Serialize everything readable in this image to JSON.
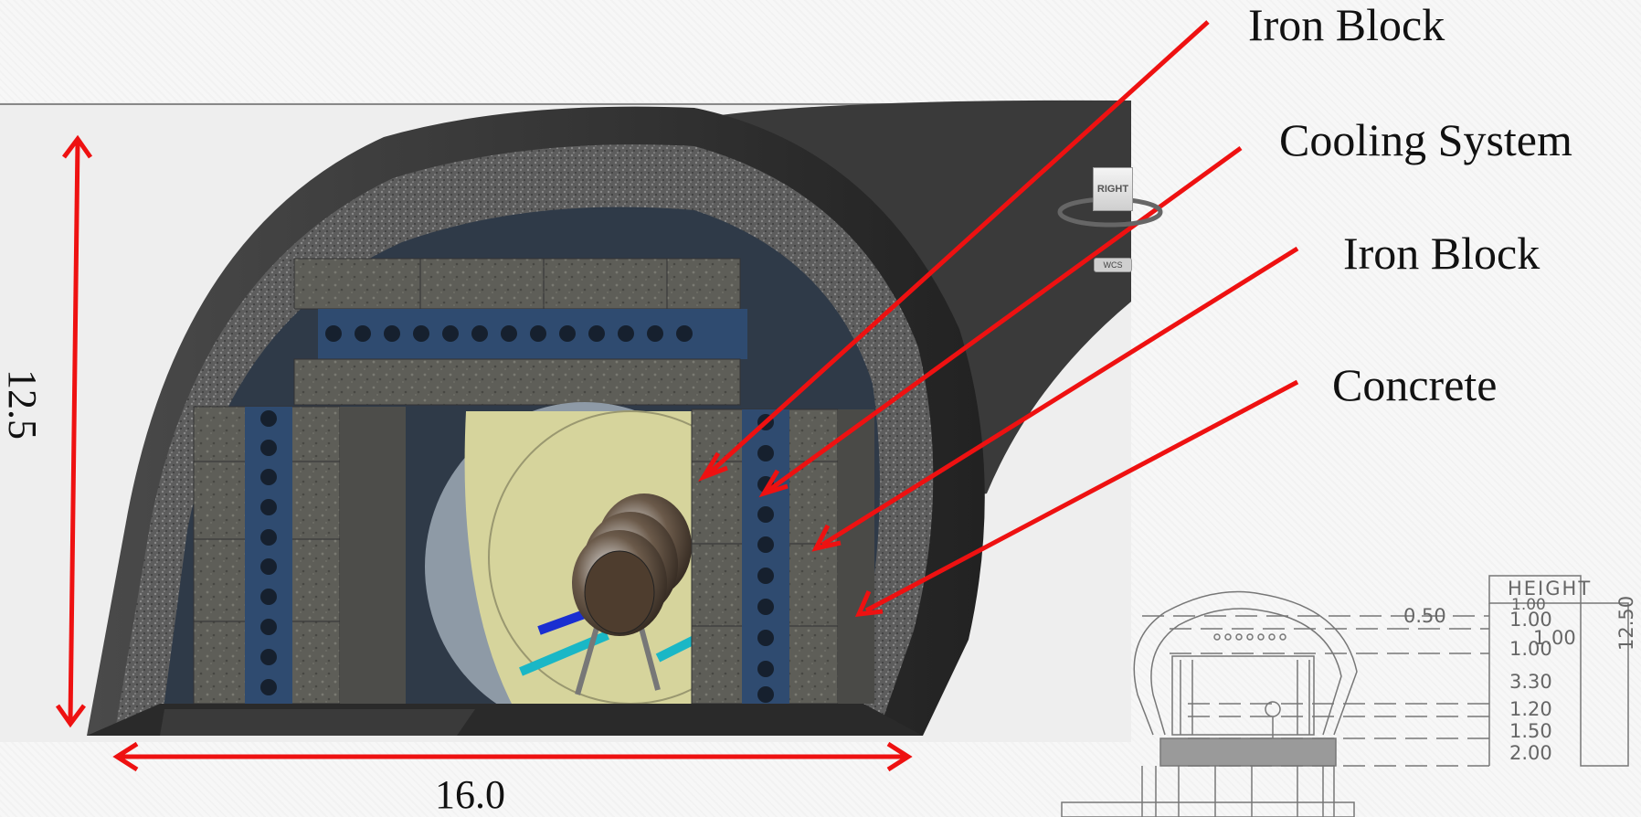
{
  "labels": {
    "iron_block_1": "Iron Block",
    "cooling_system": "Cooling System",
    "iron_block_2": "Iron Block",
    "concrete": "Concrete"
  },
  "dimensions": {
    "height": "12.5",
    "width": "16.0"
  },
  "viewcube": {
    "face": "RIGHT",
    "wcs": "WCS"
  },
  "drawing": {
    "header": "HEIGHT",
    "gap": "0.50",
    "side": "1.00",
    "total": "12.50",
    "rows": [
      "1.00",
      "1.00",
      "1.00",
      "3.30",
      "1.20",
      "1.50",
      "2.00"
    ]
  },
  "colors": {
    "arrow": "#ee1111",
    "outer_shell": "#3a3a3a",
    "concrete": "#6a6a6a",
    "iron": "#5b5b55",
    "cooling": "#2f4b70",
    "magnet": "#d6d49c"
  }
}
